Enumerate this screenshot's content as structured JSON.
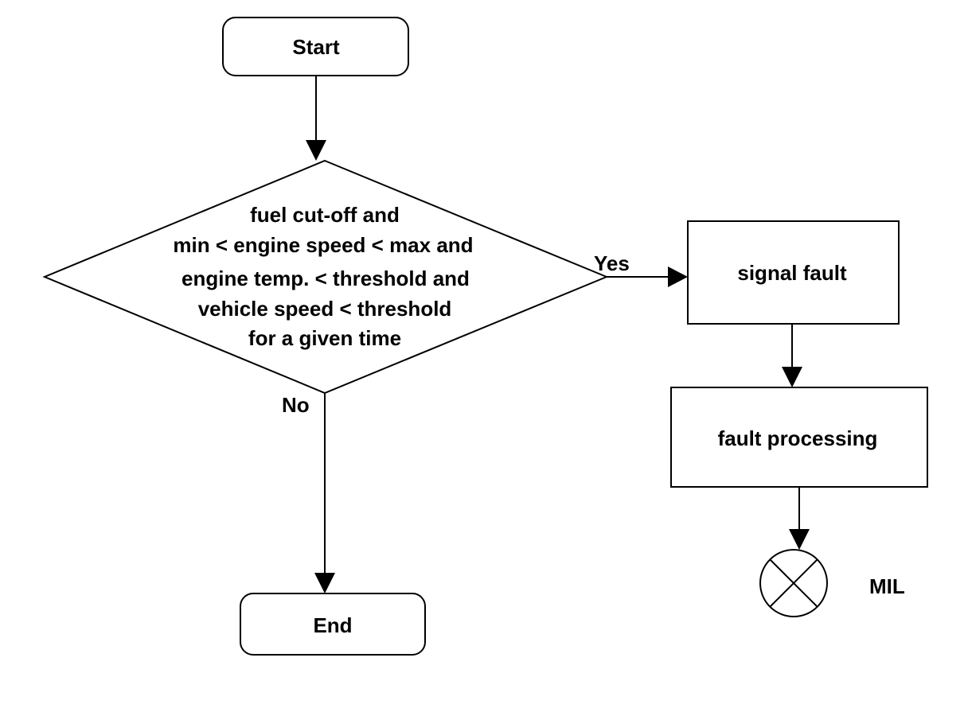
{
  "nodes": {
    "start": {
      "label": "Start"
    },
    "decision": {
      "lines": [
        "fuel cut-off and",
        "min < engine speed < max and",
        "engine temp. < threshold and",
        "vehicle speed < threshold",
        "for a given time"
      ]
    },
    "signal_fault": {
      "label": "signal fault"
    },
    "fault_processing": {
      "label": "fault processing"
    },
    "end": {
      "label": "End"
    },
    "mil": {
      "label": "MIL"
    }
  },
  "edges": {
    "yes_label": "Yes",
    "no_label": "No"
  }
}
